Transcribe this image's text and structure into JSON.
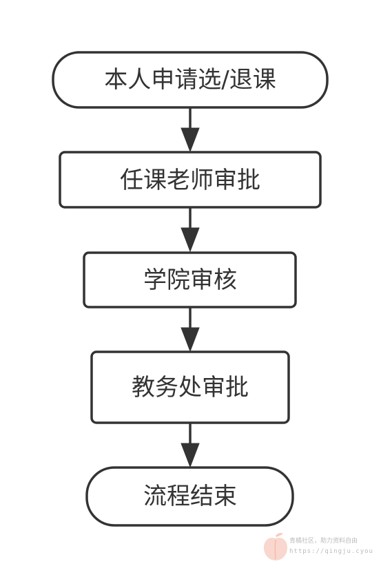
{
  "flowchart": {
    "nodes": [
      {
        "id": "apply",
        "label": "本人申请选/退课",
        "shape": "terminal"
      },
      {
        "id": "teacher",
        "label": "任课老师审批",
        "shape": "process"
      },
      {
        "id": "college",
        "label": "学院审核",
        "shape": "process"
      },
      {
        "id": "office",
        "label": "教务处审批",
        "shape": "process"
      },
      {
        "id": "end",
        "label": "流程结束",
        "shape": "terminal"
      }
    ],
    "edges": [
      {
        "from": "apply",
        "to": "teacher"
      },
      {
        "from": "teacher",
        "to": "college"
      },
      {
        "from": "college",
        "to": "office"
      },
      {
        "from": "office",
        "to": "end"
      }
    ],
    "colors": {
      "stroke": "#333333",
      "fill": "#ffffff",
      "text": "#333333"
    }
  },
  "watermark": {
    "line1": "青橘社区，助力资料自由",
    "line2": "https://qingju.cyou",
    "logo_icon": "peach-logo-icon"
  }
}
